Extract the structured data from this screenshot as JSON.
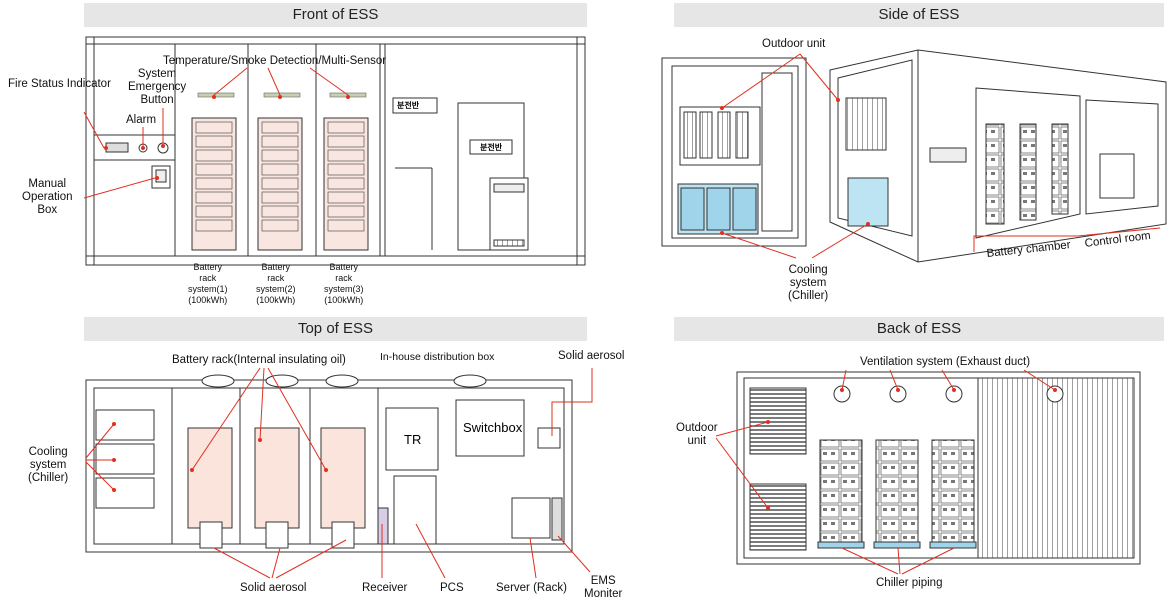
{
  "panels": {
    "front": {
      "title": "Front of ESS",
      "labels": {
        "fire_status": "Fire Status Indicator",
        "emergency": "System\nEmergency\nButton",
        "alarm": "Alarm",
        "manual": "Manual\nOperation\nBox",
        "sensor": "Temperature/Smoke Detection/Multi-Sensor",
        "panel_kr_1": "분전반",
        "panel_kr_2": "분전반"
      },
      "racks": [
        "Battery\nrack\nsystem(1)\n(100kWh)",
        "Battery\nrack\nsystem(2)\n(100kWh)",
        "Battery\nrack\nsystem(3)\n(100kWh)"
      ]
    },
    "side": {
      "title": "Side of ESS",
      "labels": {
        "outdoor": "Outdoor unit",
        "cooling": "Cooling\nsystem\n(Chiller)",
        "battery_chamber": "Battery chamber",
        "control_room": "Control room"
      }
    },
    "top": {
      "title": "Top of ESS",
      "labels": {
        "battery_rack": "Battery rack(Internal insulating oil)",
        "distribution": "In-house distribution box",
        "solid_aerosol_top": "Solid aerosol",
        "cooling": "Cooling\nsystem\n(Chiller)",
        "tr": "TR",
        "switchbox": "Switchbox",
        "solid_aerosol_bottom": "Solid aerosol",
        "receiver": "Receiver",
        "pcs": "PCS",
        "server": "Server (Rack)",
        "ems": "EMS\nMoniter"
      }
    },
    "back": {
      "title": "Back of ESS",
      "labels": {
        "ventilation": "Ventilation system (Exhaust duct)",
        "outdoor": "Outdoor\nunit",
        "chiller_piping": "Chiller piping"
      }
    }
  }
}
